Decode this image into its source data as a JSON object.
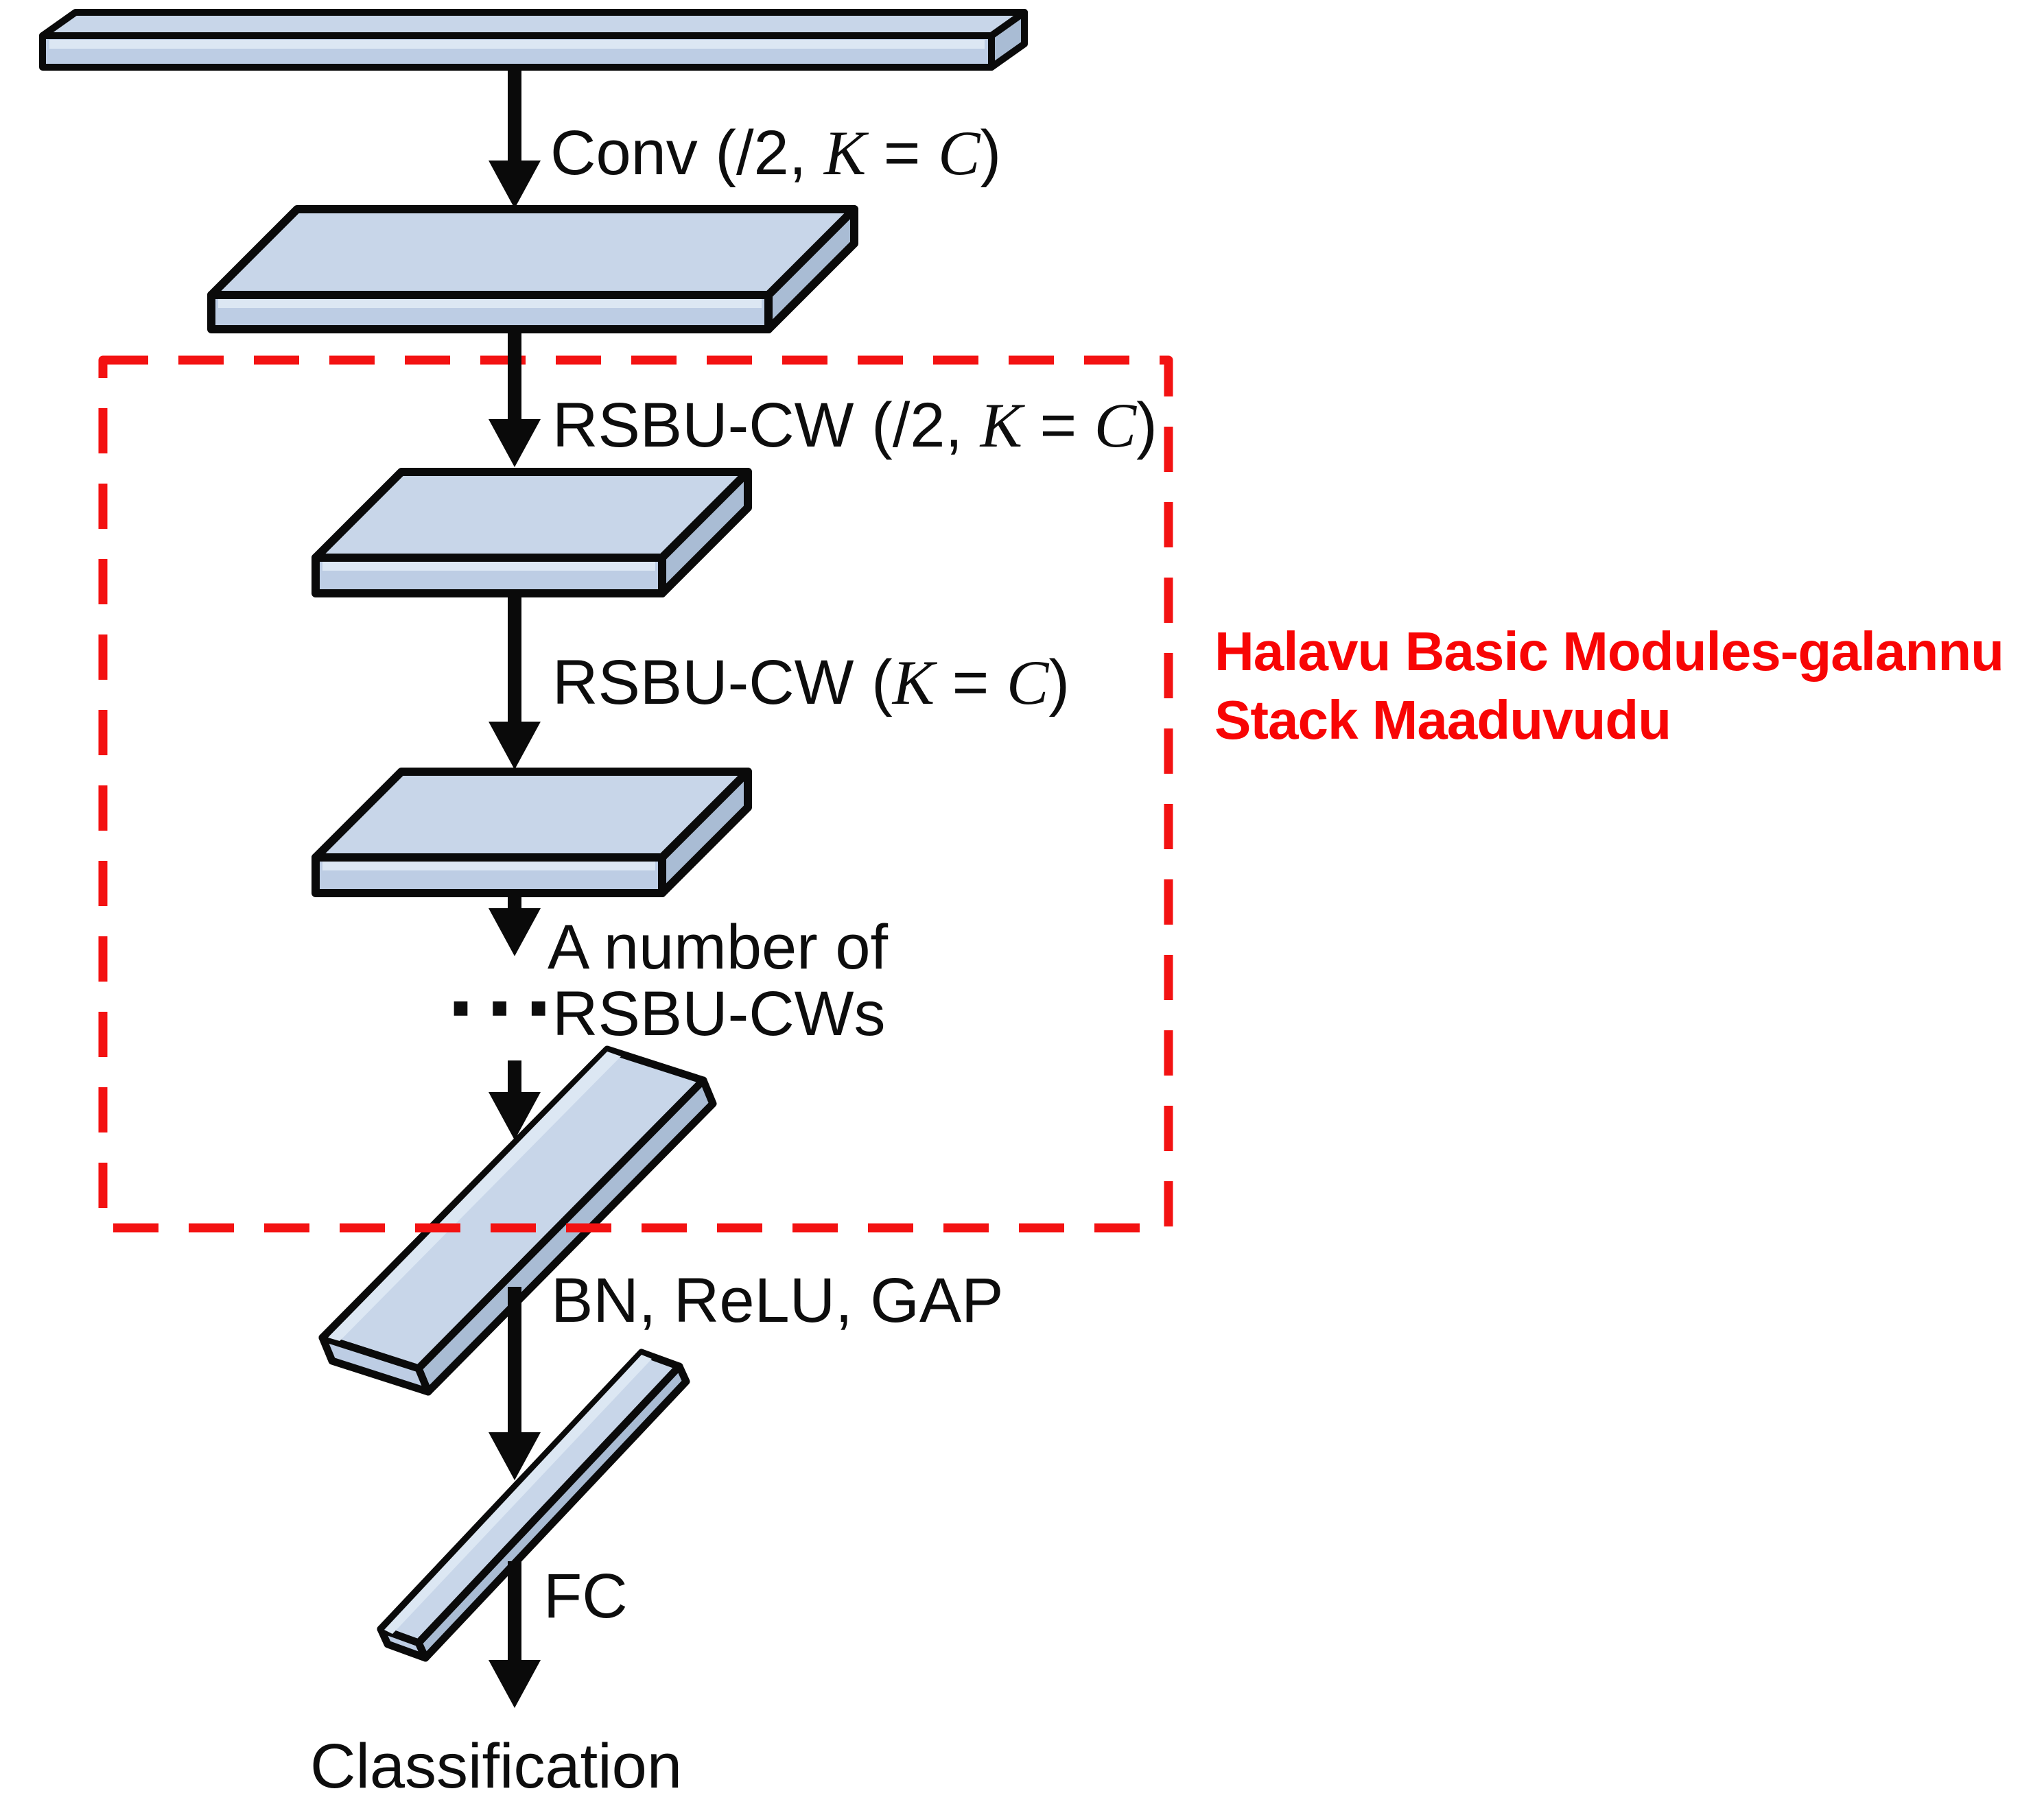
{
  "labels": {
    "conv": "Conv (/2, K = C)",
    "rsbu1": "RSBU-CW (/2, K = C)",
    "rsbu2": "RSBU-CW (K = C)",
    "a_number_of": "A number of",
    "rsbu_cws": "RSBU-CWs",
    "ellipsis": "···",
    "bn_relu_gap": "BN, ReLU, GAP",
    "fc": "FC",
    "classification": "Classification"
  },
  "annotation": {
    "line1": "Halavu Basic Modules-galannu",
    "line2": "Stack Maaduvudu",
    "color": "#f80505"
  },
  "colors": {
    "slab_top_face": "#c8d6e9",
    "slab_front_face": "#bdcde4",
    "slab_side_face": "#a9bcd4",
    "slab_highlight": "#dce7f3",
    "outline": "#0a0a0a",
    "arrow": "#0a0a0a",
    "dashed_box": "#f31212",
    "label_text": "#0d0d0d",
    "background": "#ffffff"
  }
}
